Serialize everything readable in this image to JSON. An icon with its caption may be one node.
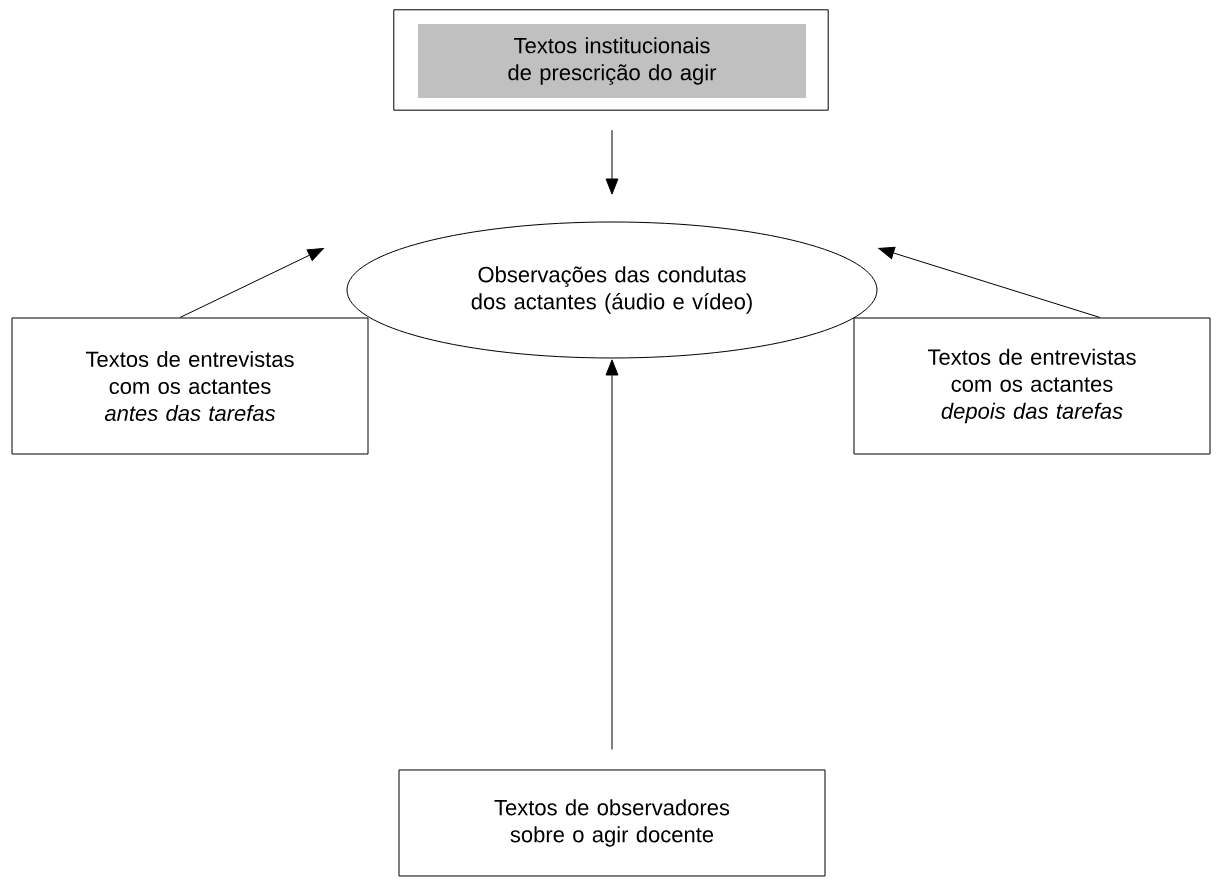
{
  "diagram": {
    "nodes": [
      {
        "text": [
          "Textos institucionais de prescrição do agir"
        ]
      },
      {
        "text": [
          "Observações das condutas dos actantes (áudio e vídeo)"
        ]
      },
      {
        "text": [
          "Textos de entrevistas com os actantes",
          "antes das tarefas"
        ]
      },
      {
        "text": [
          "Textos de entrevistas com os actantes",
          "depois das tarefas"
        ]
      },
      {
        "text": [
          "Textos de observadores sobre o agir docente"
        ]
      }
    ],
    "edges": [
      {
        "from": 0,
        "to": 1,
        "arrow": "to"
      },
      {
        "from": 2,
        "to": 1,
        "arrow": "to"
      },
      {
        "from": 3,
        "to": 1,
        "arrow": "to"
      },
      {
        "from": 4,
        "to": 1,
        "arrow": "to"
      }
    ]
  }
}
